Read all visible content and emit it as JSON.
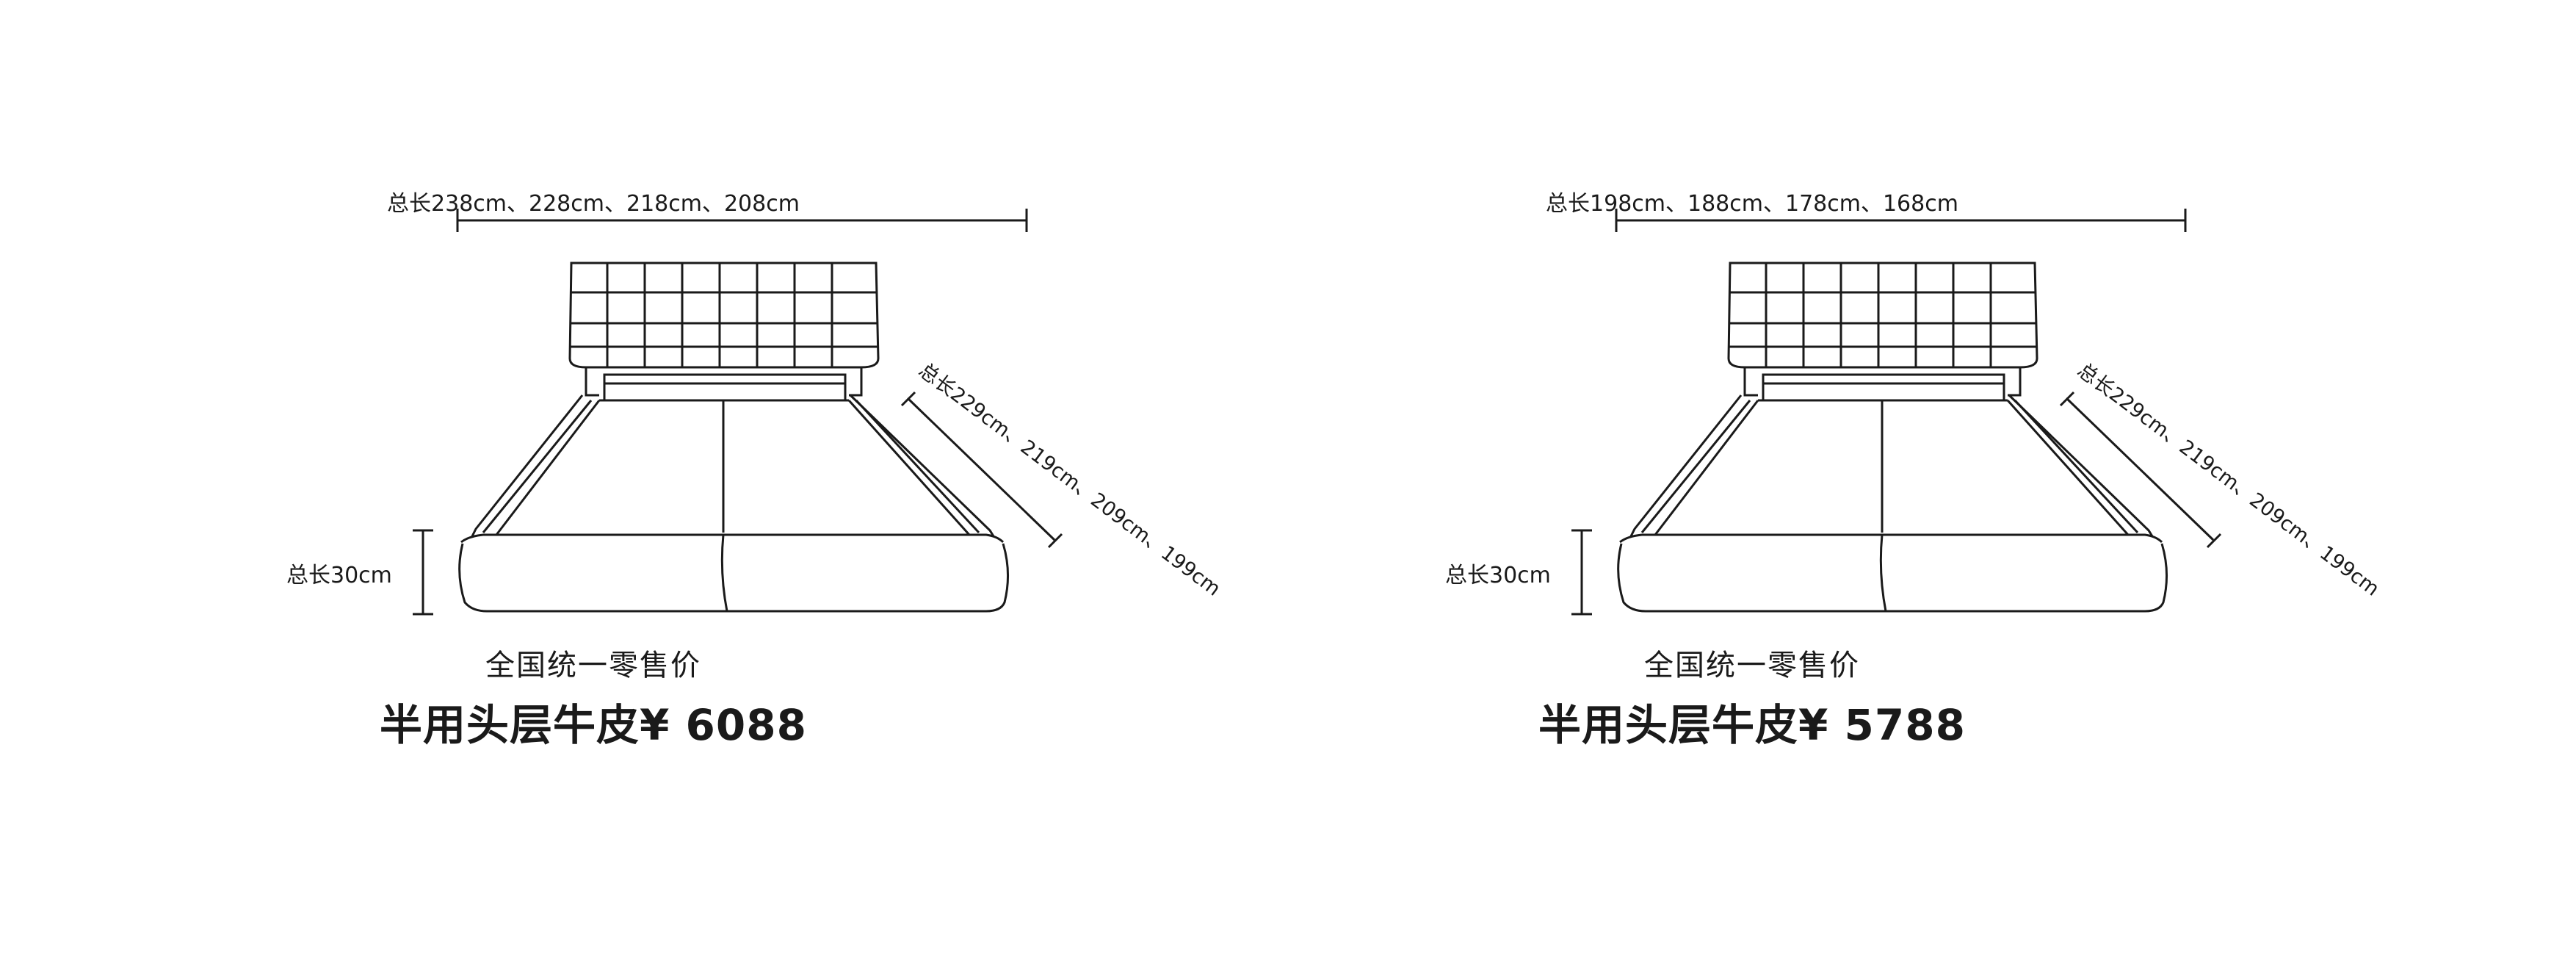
{
  "products": [
    {
      "width_label": "总长238cm、228cm、218cm、208cm",
      "length_label": "总长229cm、219cm、209cm、199cm",
      "height_label": "总长30cm",
      "retail_label": "全国统一零售价",
      "price_label": "半用头层牛皮¥ 6088"
    },
    {
      "width_label": "总长198cm、188cm、178cm、168cm",
      "length_label": "总长229cm、219cm、209cm、199cm",
      "height_label": "总长30cm",
      "retail_label": "全国统一零售价",
      "price_label": "半用头层牛皮¥ 5788"
    }
  ]
}
